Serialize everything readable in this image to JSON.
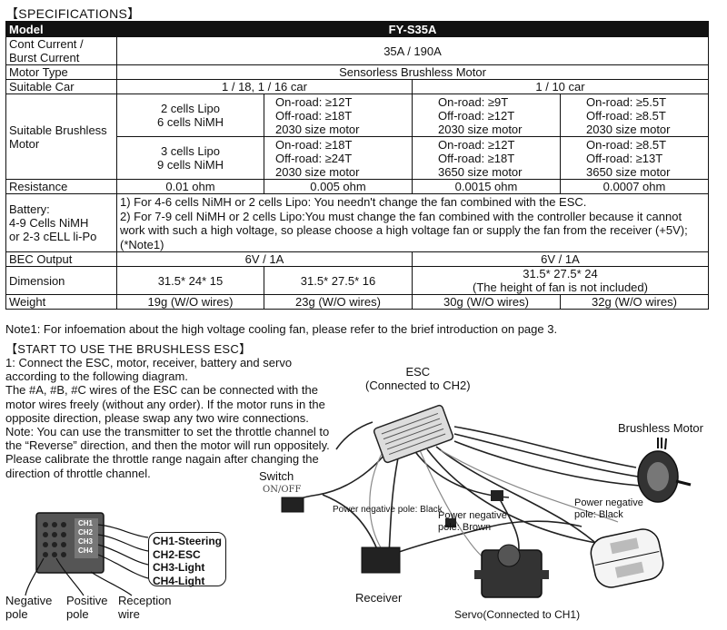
{
  "spec_heading": "【SPECIFICATIONS】",
  "table": {
    "model_label": "Model",
    "model_value": "FY-S35A",
    "cont_label": "Cont Current / Burst Current",
    "cont_value": "35A / 190A",
    "motor_type_label": "Motor Type",
    "motor_type_value": "Sensorless Brushless Motor",
    "suitable_car_label": "Suitable Car",
    "car_small": "1 / 18, 1 / 16 car",
    "car_large": "1 / 10 car",
    "suitable_motor_label": "Suitable Brushless Motor",
    "row_a_cells": "2 cells Lipo\n6 cells NiMH",
    "row_a_1": "On-road: ≥12T\nOff-road: ≥18T\n2030 size motor",
    "row_a_2": "On-road: ≥9T\nOff-road: ≥12T\n2030 size motor",
    "row_a_3": "On-road: ≥5.5T\nOff-road: ≥8.5T\n2030 size motor",
    "row_b_cells": "3 cells Lipo\n9 cells NiMH",
    "row_b_1": "On-road: ≥18T\nOff-road: ≥24T\n2030 size motor",
    "row_b_2": "On-road: ≥12T\nOff-road: ≥18T\n3650 size motor",
    "row_b_3": "On-road: ≥8.5T\nOff-road: ≥13T\n3650 size motor",
    "resistance_label": "Resistance",
    "resistance_values": [
      "0.01 ohm",
      "0.005 ohm",
      "0.0015 ohm",
      "0.0007 ohm"
    ],
    "battery_label": "Battery:\n4-9 Cells NiMH\nor 2-3 cELL li-Po",
    "battery_text": "1) For 4-6 cells NiMH or 2 cells Lipo: You needn't change the fan combined with the ESC.\n2) For 7-9 cell NiMH or 2 cells Lipo:You must change the fan combined with the controller because it cannot work with such a high voltage, so please choose a high voltage fan or supply the fan from the receiver (+5V); (*Note1)",
    "bec_label": "BEC Output",
    "bec_small": "6V / 1A",
    "bec_large": "6V / 1A",
    "dimension_label": "Dimension",
    "dimension_values": [
      "31.5* 24* 15",
      "31.5* 27.5* 16",
      "31.5* 27.5* 24\n(The height of fan is not included)"
    ],
    "weight_label": "Weight",
    "weight_values": [
      "19g (W/O wires)",
      "23g (W/O wires)",
      "30g (W/O wires)",
      "32g (W/O wires)"
    ]
  },
  "note1": "Note1: For infoemation about the high voltage cooling fan, please refer to the brief introduction on page 3.",
  "start_heading": "【START TO USE THE BRUSHLESS ESC】",
  "intro_text": "1: Connect the ESC, motor, receiver, battery and servo according to the following diagram.\nThe #A, #B, #C wires of the ESC can be connected with the motor wires freely (without any order). If the motor runs in the opposite direction, please swap any two wire connections.\nNote: You can use the transmitter to set the throttle channel to the “Reverse” direction, and then the motor will run oppositely. Please calibrate the throttle range nagain after changing the direction of throttle channel.",
  "diagram": {
    "esc_label": "ESC\n(Connected to CH2)",
    "brushless_motor": "Brushless Motor",
    "switch_label": "Switch",
    "switch_state": "ON/OFF",
    "power_neg_black_small": "Power negative pole: Black",
    "power_neg_brown": "Power negative\npole: Brown",
    "power_neg_black": "Power negative\npole: Black",
    "receiver": "Receiver",
    "servo": "Servo(Connected to CH1)",
    "rx_channels": [
      "CH1",
      "CH2",
      "CH3",
      "CH4"
    ],
    "ch_list": [
      "CH1-Steering",
      "CH2-ESC",
      "CH3-Light",
      "CH4-Light"
    ],
    "negative_pole": "Negative\npole",
    "positive_pole": "Positive\npole",
    "reception_wire": "Reception\nwire"
  }
}
